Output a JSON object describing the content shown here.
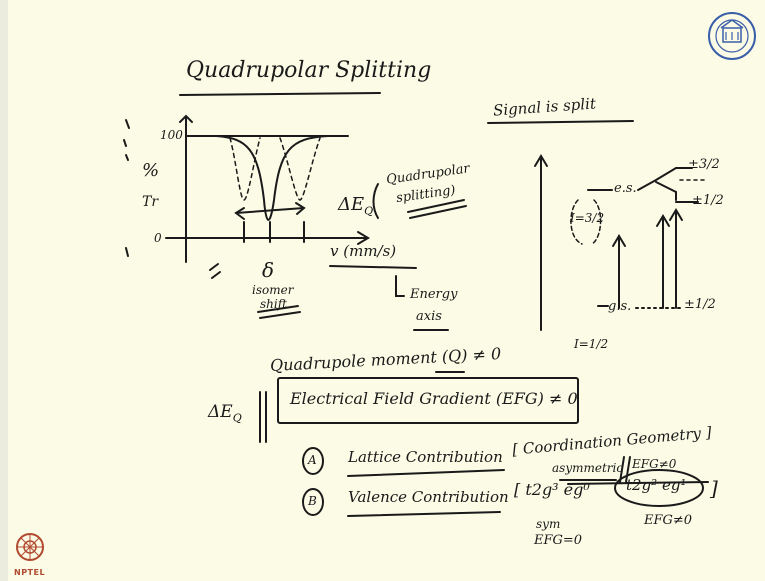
{
  "slide": {
    "title": "Quadrupolar Splitting",
    "right_title": "Signal is split",
    "graph": {
      "y_axis_label_pct": "%",
      "y_axis_label_tr": "Tr",
      "y_tick_100": "100",
      "y_tick_0": "0",
      "x_axis_label": "v (mm/s)",
      "delta_label": "δ",
      "isomer_shift_1": "isomer",
      "isomer_shift_2": "shift",
      "energy_axis_1": "Energy",
      "energy_axis_2": "axis",
      "delta_eq_label": "ΔE",
      "delta_eq_sub": "Q",
      "quadrupolar_1": "Quadrupolar",
      "quadrupolar_2": "splitting)"
    },
    "levels": {
      "i_32": "I=3/2",
      "es": "e.s.",
      "pm32": "±3/2",
      "pm12_top": "±1/2",
      "gs": "g.s.",
      "pm12_bottom": "±1/2",
      "i_12": "I=1/2"
    },
    "quadrupole_moment": "Quadrupole moment (Q) ≠ 0",
    "delta_eq_left": "ΔE",
    "delta_eq_left_sub": "Q",
    "efg_box": "Electrical Field Gradient (EFG) ≠ 0",
    "item_a_marker": "A",
    "item_a_label": "Lattice Contribution",
    "coordination_geometry": "[ Coordination Geometry ]",
    "asymmetric": "asymmetric",
    "efg_ne_0_a": "EFG≠0",
    "item_b_marker": "B",
    "item_b_label": "Valence Contribution",
    "config_sym": "[ t2g³ eg⁰",
    "config_asym": "t2g² eg¹",
    "config_close": "]",
    "sym_label": "sym",
    "efg_eq_0": "EFG=0",
    "efg_ne_0_b": "EFG≠0",
    "footer_logo": "NPTEL"
  }
}
